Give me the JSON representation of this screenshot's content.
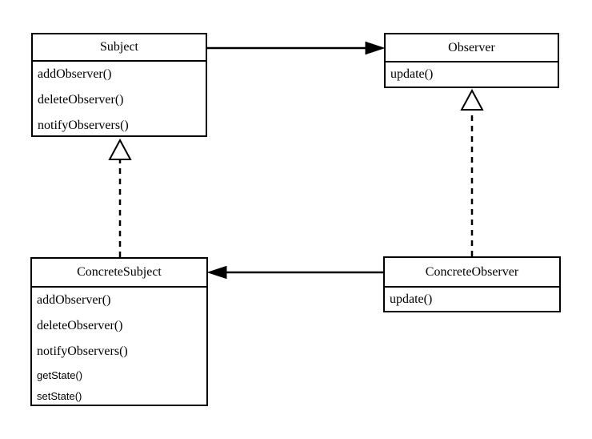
{
  "diagram": {
    "type": "uml-class-diagram",
    "background_color": "#ffffff",
    "line_color": "#000000",
    "classes": [
      {
        "name": "Subject",
        "methods": [
          "addObserver()",
          "deleteObserver()",
          "notifyObservers()"
        ],
        "small_methods": []
      },
      {
        "name": "Observer",
        "methods": [
          "update()"
        ],
        "small_methods": []
      },
      {
        "name": "ConcreteSubject",
        "methods": [
          "addObserver()",
          "deleteObserver()",
          "notifyObservers()"
        ],
        "small_methods": [
          "getState()",
          "setState()"
        ]
      },
      {
        "name": "ConcreteObserver",
        "methods": [
          "update()"
        ],
        "small_methods": []
      }
    ],
    "relations": [
      {
        "from": "Subject",
        "to": "Observer",
        "line": "solid",
        "arrowhead": "filled-triangle"
      },
      {
        "from": "ConcreteObserver",
        "to": "ConcreteSubject",
        "line": "solid",
        "arrowhead": "filled-triangle"
      },
      {
        "from": "ConcreteSubject",
        "to": "Subject",
        "line": "dashed",
        "arrowhead": "hollow-triangle"
      },
      {
        "from": "ConcreteObserver",
        "to": "Observer",
        "line": "dashed",
        "arrowhead": "hollow-triangle"
      }
    ]
  }
}
